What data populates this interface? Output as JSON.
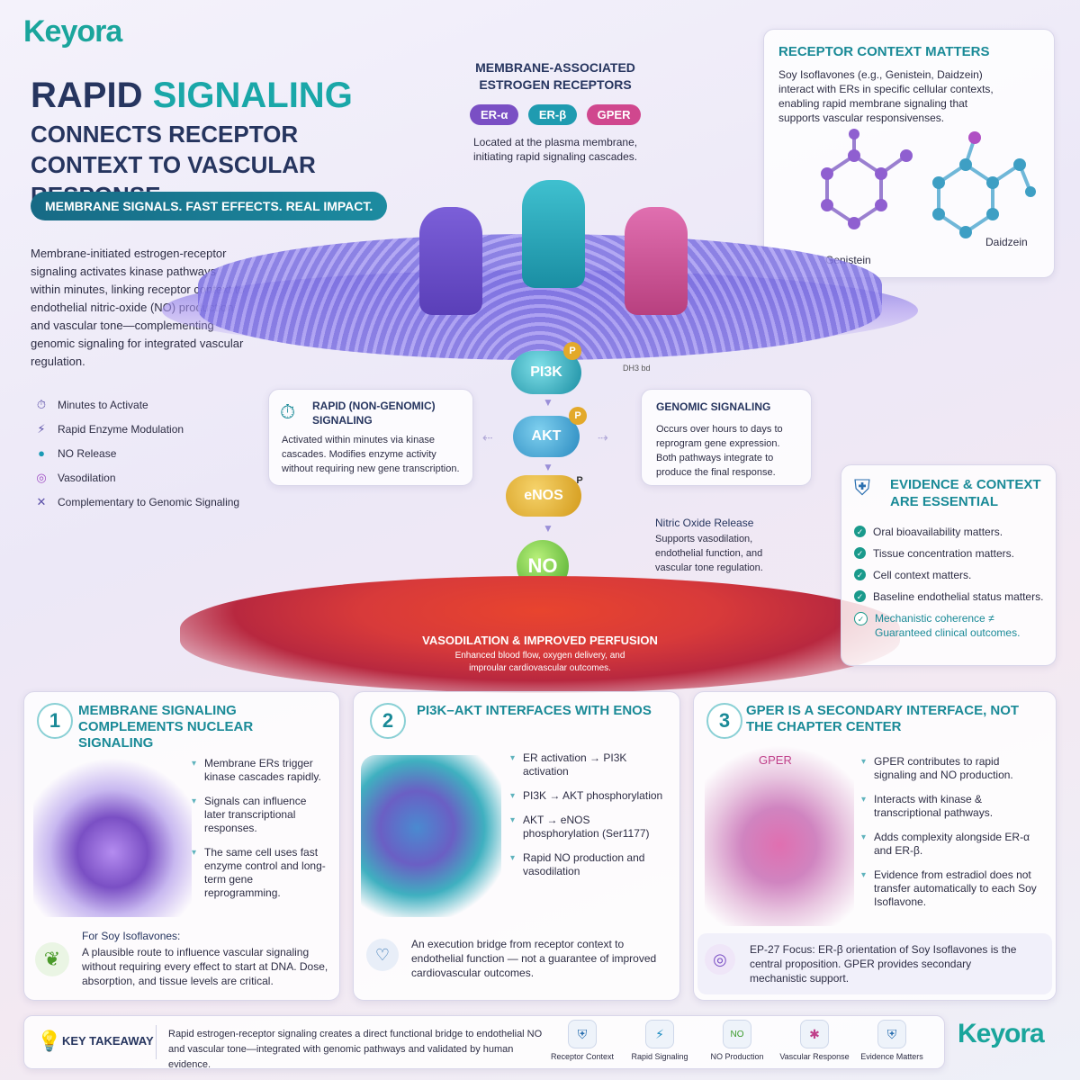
{
  "brand": {
    "logo": "Keyora"
  },
  "header": {
    "title_a": "RAPID",
    "title_b": "SIGNALING",
    "subtitle": "CONNECTS RECEPTOR CONTEXT TO VASCULAR RESPONSE",
    "tagline": "MEMBRANE SIGNALS. FAST EFFECTS. REAL IMPACT.",
    "intro": "Membrane-initiated estrogen-receptor signaling activates kinase pathways within minutes, linking receptor context to endothelial nitric-oxide (NO) production and vascular tone—complementing genomic signaling for integrated vascular regulation."
  },
  "features": [
    {
      "icon": "stopwatch-icon",
      "label": "Minutes to Activate"
    },
    {
      "icon": "lightning-icon",
      "label": "Rapid Enzyme Modulation"
    },
    {
      "icon": "molecule-icon",
      "label": "NO Release"
    },
    {
      "icon": "ring-icon",
      "label": "Vasodilation"
    },
    {
      "icon": "helix-icon",
      "label": "Complementary to Genomic Signaling"
    }
  ],
  "receptors": {
    "title": "MEMBRANE-ASSOCIATED ESTROGEN RECEPTORS",
    "pills": [
      {
        "label": "ER-α",
        "color": "#7a4fc4"
      },
      {
        "label": "ER-β",
        "color": "#1f9bb0"
      },
      {
        "label": "GPER",
        "color": "#d0478e"
      }
    ],
    "desc": "Located at the plasma membrane, initiating rapid signaling cascades."
  },
  "receptor_context": {
    "title": "RECEPTOR CONTEXT MATTERS",
    "desc": "Soy Isoflavones (e.g., Genistein, Daidzein) interact with ERs in specific cellular contexts, enabling rapid membrane signaling that supports vascular responsivenses.",
    "mol1": "Genistein",
    "mol2": "Daidzein"
  },
  "pathway": {
    "pi3k": "PI3K",
    "akt": "AKT",
    "enos": "eNOS",
    "no": "NO",
    "p": "P",
    "small_label": "DH3 bd"
  },
  "rapid": {
    "title": "RAPID (NON-GENOMIC) SIGNALING",
    "desc": "Activated within minutes via kinase cascades. Modifies enzyme activity without requiring new gene transcription."
  },
  "genomic": {
    "title": "GENOMIC SIGNALING",
    "desc": "Occurs over hours to days to reprogram gene expression. Both pathways integrate to produce the final response."
  },
  "no_release": {
    "title": "Nitric Oxide Release",
    "desc": "Supports vasodilation, endothelial function, and vascular tone regulation."
  },
  "vaso": {
    "title": "VASODILATION & IMPROVED PERFUSION",
    "desc": "Enhanced blood flow, oxygen delivery, and improular cardiovascular outcomes."
  },
  "evidence": {
    "title": "EVIDENCE & CONTEXT ARE ESSENTIAL",
    "items": [
      "Oral bioavailability matters.",
      "Tissue concentration matters.",
      "Cell context matters.",
      "Baseline endothelial status matters."
    ],
    "note": "Mechanistic coherence ≠ Guaranteed clinical outcomes."
  },
  "panel1": {
    "num": "1",
    "title": "MEMBRANE SIGNALING COMPLEMENTS NUCLEAR SIGNALING",
    "bullets": [
      "Membrane ERs trigger kinase cascades rapidly.",
      "Signals can influence later transcriptional responses.",
      "The same cell uses fast enzyme control and long-term gene reprogramming."
    ],
    "foot_title": "For Soy Isoflavones:",
    "foot_text": "A plausible route to influence vascular signaling without requiring every effect to start at DNA. Dose, absorption, and tissue levels are critical."
  },
  "panel2": {
    "num": "2",
    "title": "PI3K–AKT INTERFACES WITH ENOS",
    "bullets": [
      "ER activation → PI3K activation",
      "PI3K → AKT phosphorylation",
      "AKT → eNOS phosphorylation (Ser1177)",
      "Rapid NO production and vasodilation"
    ],
    "foot_text": "An execution bridge from receptor context to endothelial function — not a guarantee of improved cardiovascular outcomes."
  },
  "panel3": {
    "num": "3",
    "title": "GPER IS A SECONDARY INTERFACE, NOT THE CHAPTER CENTER",
    "img_label": "GPER",
    "bullets": [
      "GPER contributes to rapid signaling and NO production.",
      "Interacts with kinase & transcriptional pathways.",
      "Adds complexity alongside ER-α and ER-β.",
      "Evidence from estradiol does not transfer automatically to each Soy Isoflavone."
    ],
    "foot_text": "EP-27 Focus: ER-β orientation of Soy Isoflavones is the central proposition. GPER provides secondary mechanistic support."
  },
  "takeaway": {
    "label": "KEY TAKEAWAY",
    "text": "Rapid estrogen-receptor signaling creates a direct functional bridge to endothelial NO and vascular tone—integrated with genomic pathways and validated by human evidence.",
    "icons": [
      {
        "icon": "shield-icon",
        "label": "Receptor Context"
      },
      {
        "icon": "lightning-icon",
        "label": "Rapid Signaling"
      },
      {
        "icon": "no-icon",
        "label": "NO Production"
      },
      {
        "icon": "vessel-icon",
        "label": "Vascular Response"
      },
      {
        "icon": "shield-check-icon",
        "label": "Evidence Matters"
      }
    ]
  }
}
